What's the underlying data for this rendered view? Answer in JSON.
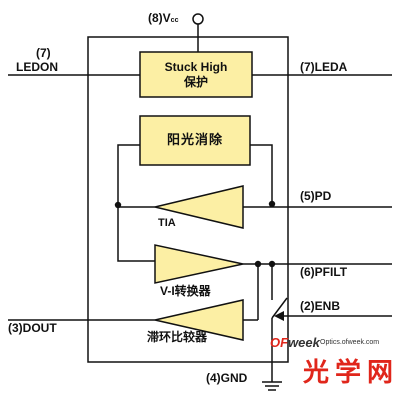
{
  "pins": {
    "vcc": "(8)V",
    "vcc_sub": "cc",
    "ledon_num": "(7)",
    "ledon": "LEDON",
    "leda": "(7)LEDA",
    "pd": "(5)PD",
    "pfilt": "(6)PFILT",
    "enb": "(2)ENB",
    "dout": "(3)DOUT",
    "gnd": "(4)GND"
  },
  "blocks": {
    "stuck_high_line1": "Stuck High",
    "stuck_high_line2": "保护",
    "ambient_cancel": "阳光消除",
    "tia": "TIA",
    "vi_converter": "V-I转换器",
    "hysteresis_comparator": "滞环比较器"
  },
  "watermark": {
    "logo_of": "OF",
    "logo_week": "week",
    "url": "Optics.ofweek.com",
    "site_cn": "光学网"
  },
  "colors": {
    "block_fill": "#fcefa4",
    "line": "#111111",
    "watermark_red": "#e0261b"
  }
}
